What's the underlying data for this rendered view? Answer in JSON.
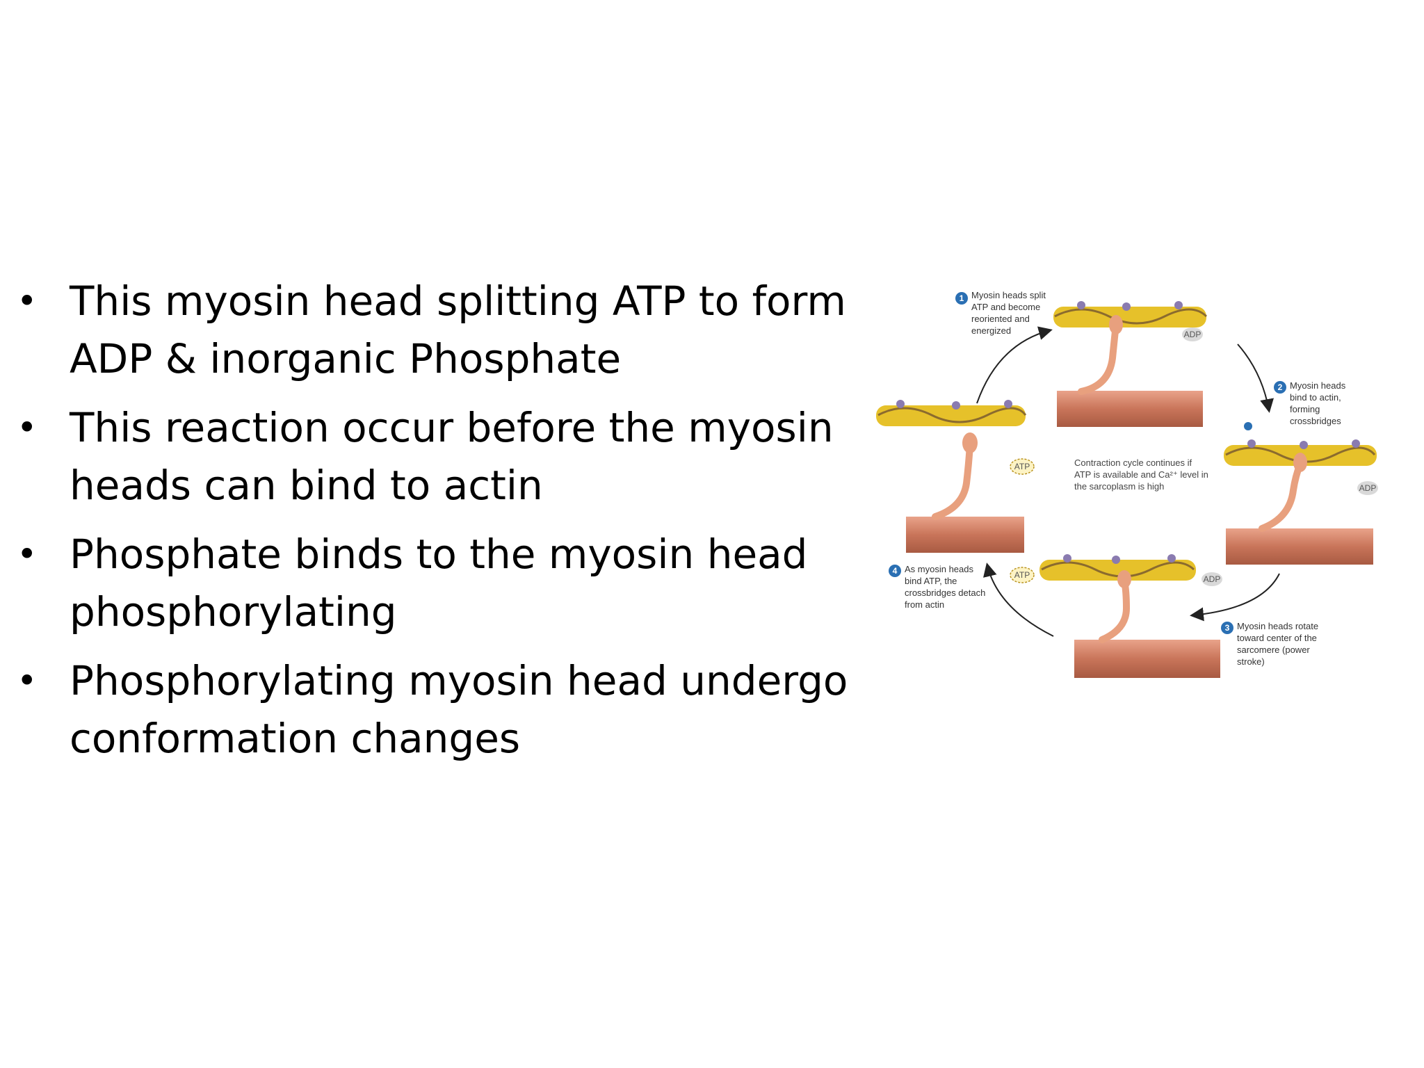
{
  "bullets": [
    {
      "marker": "•",
      "text": "This myosin head splitting ATP to form ADP & inorganic Phosphate"
    },
    {
      "marker": "•",
      "text": "This reaction occur before the myosin heads can bind to actin"
    },
    {
      "marker": "•",
      "text": "Phosphate binds to the myosin head phosphorylating"
    },
    {
      "marker": "•",
      "text": "Phosphorylating myosin head undergo conformation changes"
    }
  ],
  "figure": {
    "steps": [
      {
        "number": "1",
        "lines": [
          "Myosin heads split",
          "ATP and become",
          "reoriented and",
          "energized"
        ]
      },
      {
        "number": "2",
        "lines": [
          "Myosin heads",
          "bind to actin,",
          "forming",
          "crossbridges"
        ]
      },
      {
        "number": "3",
        "lines": [
          "Myosin heads rotate",
          "toward center of the",
          "sarcomere (power",
          "stroke)"
        ]
      },
      {
        "number": "4",
        "lines": [
          "As myosin heads",
          "bind ATP, the",
          "crossbridges detach",
          "from actin"
        ]
      }
    ],
    "center_lines": [
      "Contraction cycle continues if",
      "ATP is available and Ca²⁺ level in",
      "the sarcoplasm is high"
    ],
    "molecules": {
      "atp": "ATP",
      "adp": "ADP"
    },
    "colors": {
      "actin_yellow": "#e6c12a",
      "tropomyosin": "#8b6b2e",
      "troponin": "#8a7bb0",
      "myosin": "#e8a07e",
      "thick_filament": "#c9755a",
      "badge": "#2a6fb3"
    }
  }
}
